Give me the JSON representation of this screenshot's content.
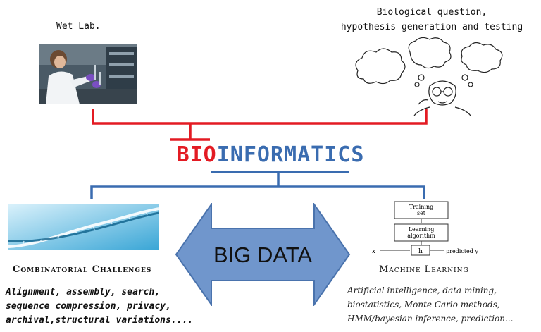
{
  "top": {
    "wet_lab_label": "Wet Lab.",
    "question_line1": "Biological question,",
    "question_line2": "hypothesis generation and testing"
  },
  "title": {
    "bio": "BIO",
    "informatics": "INFORMATICS"
  },
  "center_arrow": {
    "label": "BIG DATA"
  },
  "left": {
    "heading": "Combinatorial Challenges",
    "lines": [
      "Alignment, assembly, search,",
      "sequence compression, privacy,",
      "archival,structural variations...."
    ]
  },
  "right": {
    "heading": "Machine Learning",
    "lines": [
      "Artificial intelligence, data mining,",
      "biostatistics, Monte Carlo methods,",
      "HMM/bayesian inference, prediction..."
    ],
    "flow": {
      "box1_line1": "Training",
      "box1_line2": "set",
      "box2_line1": "Learning",
      "box2_line2": "algorithm",
      "box3": "h",
      "input": "x",
      "output": "predicted y"
    }
  },
  "colors": {
    "red": "#e31b23",
    "blue": "#3a6cb0",
    "arrow_fill": "#7096cc",
    "arrow_stroke": "#4a73ad"
  }
}
